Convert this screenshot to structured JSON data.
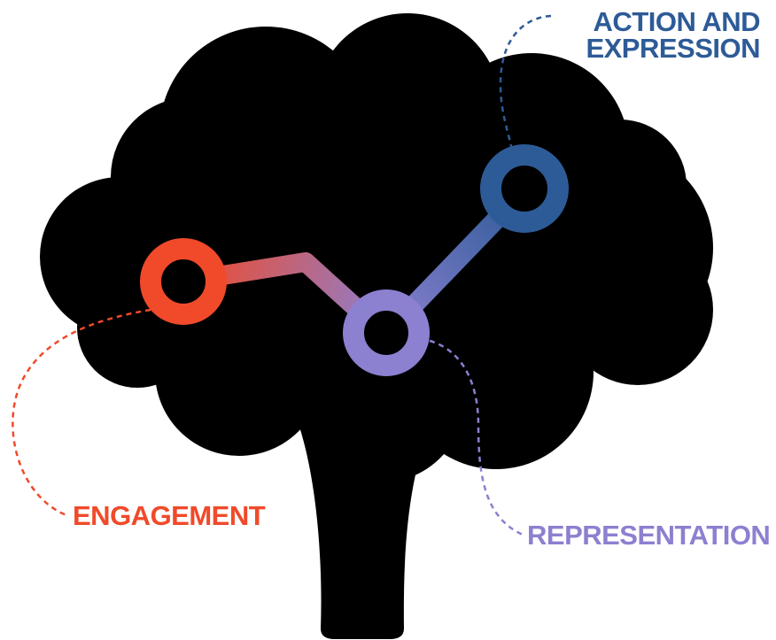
{
  "labels": {
    "action_line1": "ACTION AND",
    "action_line2": "EXPRESSION",
    "engagement": "ENGAGEMENT",
    "representation": "REPRESENTATION"
  },
  "colors": {
    "brain": "#000000",
    "engagement": "#f04a2a",
    "representation": "#8c80d0",
    "action": "#2d5b97",
    "background": "#ffffff"
  },
  "icons": {
    "brain": "brain-silhouette-icon",
    "nodes": [
      "engagement-node-ring",
      "representation-node-ring",
      "action-node-ring"
    ]
  }
}
